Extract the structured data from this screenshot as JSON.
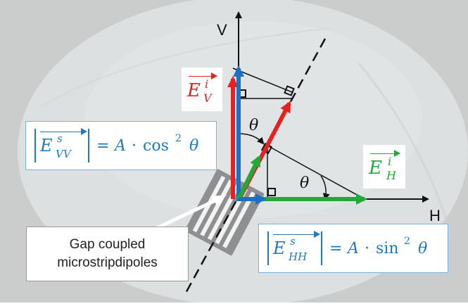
{
  "colors": {
    "background_photo": "#c9cbcb",
    "disc": "#dfe1e2",
    "red_arrow": "#e32322",
    "blue_arrow": "#1c6fc6",
    "green_arrow": "#25a83a",
    "eq_text": "#1f78c0"
  },
  "axes": {
    "v_label": "V",
    "h_label": "H"
  },
  "angle_symbol": "θ",
  "vector_labels": {
    "ev_incident": {
      "E": "E",
      "sup": "i",
      "sub": "V"
    },
    "eh_incident": {
      "E": "E",
      "sup": "i",
      "sub": "H"
    }
  },
  "equations": {
    "vv": {
      "E": "E",
      "sup": "s",
      "sub": "VV",
      "rhs_coeff": "A",
      "dot": "·",
      "fn": "cos",
      "power": "2",
      "angle": "θ",
      "eq": "="
    },
    "hh": {
      "E": "E",
      "sup": "s",
      "sub": "HH",
      "rhs_coeff": "A",
      "dot": "·",
      "fn": "sin",
      "power": "2",
      "angle": "θ",
      "eq": "="
    }
  },
  "callout": {
    "line1": "Gap coupled",
    "line2": "microstripdipoles"
  }
}
